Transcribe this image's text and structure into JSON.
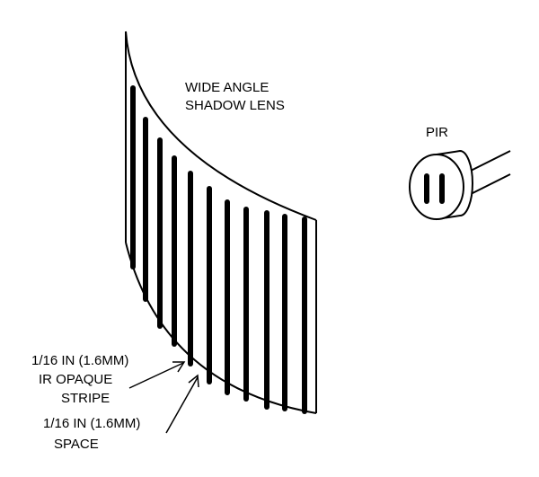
{
  "labels": {
    "lens_line1": "WIDE ANGLE",
    "lens_line2": "SHADOW LENS",
    "pir": "PIR",
    "stripe_line1": "1/16 IN (1.6MM)",
    "stripe_line2": "IR OPAQUE",
    "stripe_line3": "STRIPE",
    "space_line1": "1/16 IN (1.6MM)",
    "space_line2": "SPACE"
  },
  "colors": {
    "ink": "#000000",
    "background": "#ffffff"
  }
}
